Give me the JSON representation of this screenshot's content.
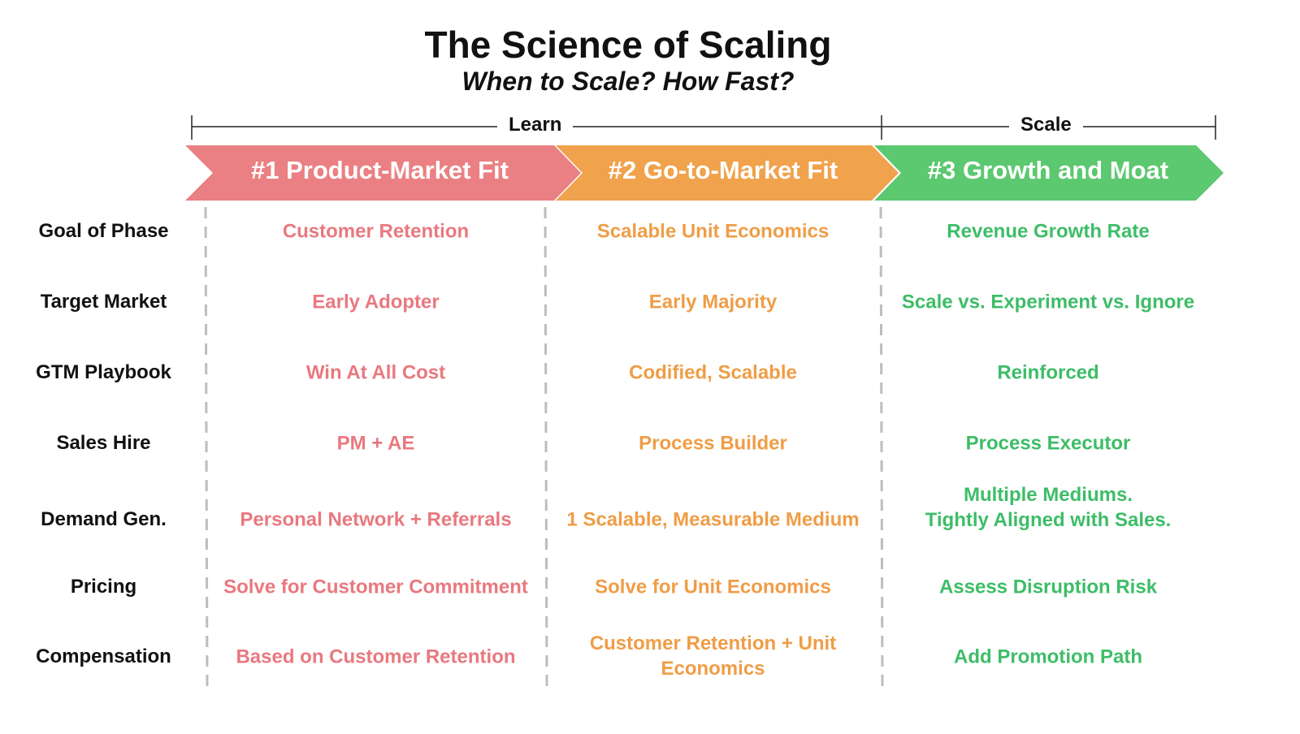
{
  "title": "The Science of Scaling",
  "subtitle": "When to Scale?  How Fast?",
  "phases": [
    {
      "label": "Learn"
    },
    {
      "label": "Scale"
    }
  ],
  "colors": {
    "pink": "#ea8083",
    "orange": "#f0a24c",
    "green": "#5cc870"
  },
  "stages": [
    {
      "label": "#1 Product-Market Fit"
    },
    {
      "label": "#2 Go-to-Market Fit"
    },
    {
      "label": "#3 Growth and Moat"
    }
  ],
  "rows": [
    {
      "label": "Goal of Phase",
      "cells": [
        "Customer Retention",
        "Scalable Unit Economics",
        "Revenue Growth Rate"
      ]
    },
    {
      "label": "Target Market",
      "cells": [
        "Early Adopter",
        "Early Majority",
        "Scale vs. Experiment vs. Ignore"
      ]
    },
    {
      "label": "GTM Playbook",
      "cells": [
        "Win At All Cost",
        "Codified, Scalable",
        "Reinforced"
      ]
    },
    {
      "label": "Sales Hire",
      "cells": [
        "PM + AE",
        "Process Builder",
        "Process Executor"
      ]
    },
    {
      "label": "Demand Gen.",
      "cells": [
        "Personal Network + Referrals",
        "1 Scalable, Measurable Medium",
        "Multiple Mediums.\nTightly Aligned with Sales."
      ]
    },
    {
      "label": "Pricing",
      "cells": [
        "Solve for Customer Commitment",
        "Solve for Unit Economics",
        "Assess Disruption Risk"
      ]
    },
    {
      "label": "Compensation",
      "cells": [
        "Based on Customer Retention",
        "Customer Retention + Unit\nEconomics",
        "Add Promotion Path"
      ]
    }
  ]
}
